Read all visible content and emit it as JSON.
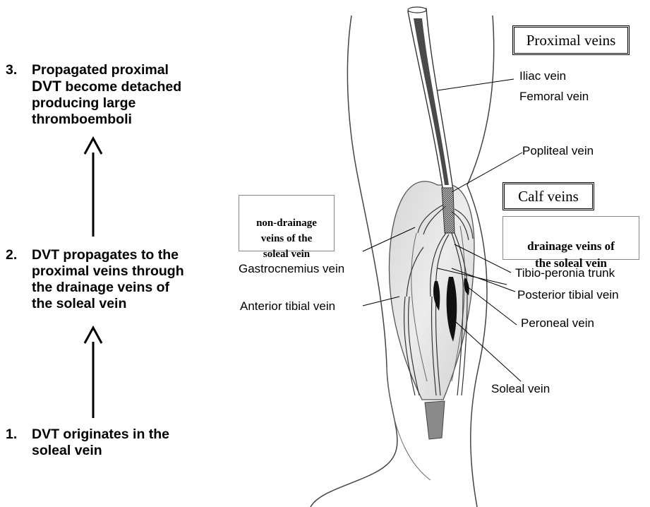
{
  "steps": [
    {
      "number": "3.",
      "line1_pre": "Propagated proximal",
      "dvt": "DVT",
      "line2_post": " become detached",
      "rest": "producing large\nthromboemboli"
    },
    {
      "number": "2.",
      "text": "DVT propagates to the\nproximal veins through\nthe drainage veins of\nthe soleal vein"
    },
    {
      "number": "1.",
      "text": "DVT originates in the\nsoleal vein"
    }
  ],
  "boxes": {
    "proximal": "Proximal veins",
    "calf": "Calf veins",
    "non_drainage": "non-drainage\nveins of the\nsoleal vein",
    "drainage": "drainage veins of\nthe soleal vein"
  },
  "labels": {
    "iliac": "Iliac vein",
    "femoral": "Femoral vein",
    "popliteal": "Popliteal vein",
    "gastrocnemius": "Gastrocnemius vein",
    "anterior_tibial": "Anterior tibial vein",
    "tibio_peronia": "Tibio-peronia trunk",
    "posterior_tibial": "Posterior tibial vein",
    "peroneal": "Peroneal vein",
    "soleal": "Soleal vein"
  },
  "colors": {
    "thrombus": "#4a4a4a",
    "muscle": "#e2e2e2",
    "outline": "#555555"
  }
}
